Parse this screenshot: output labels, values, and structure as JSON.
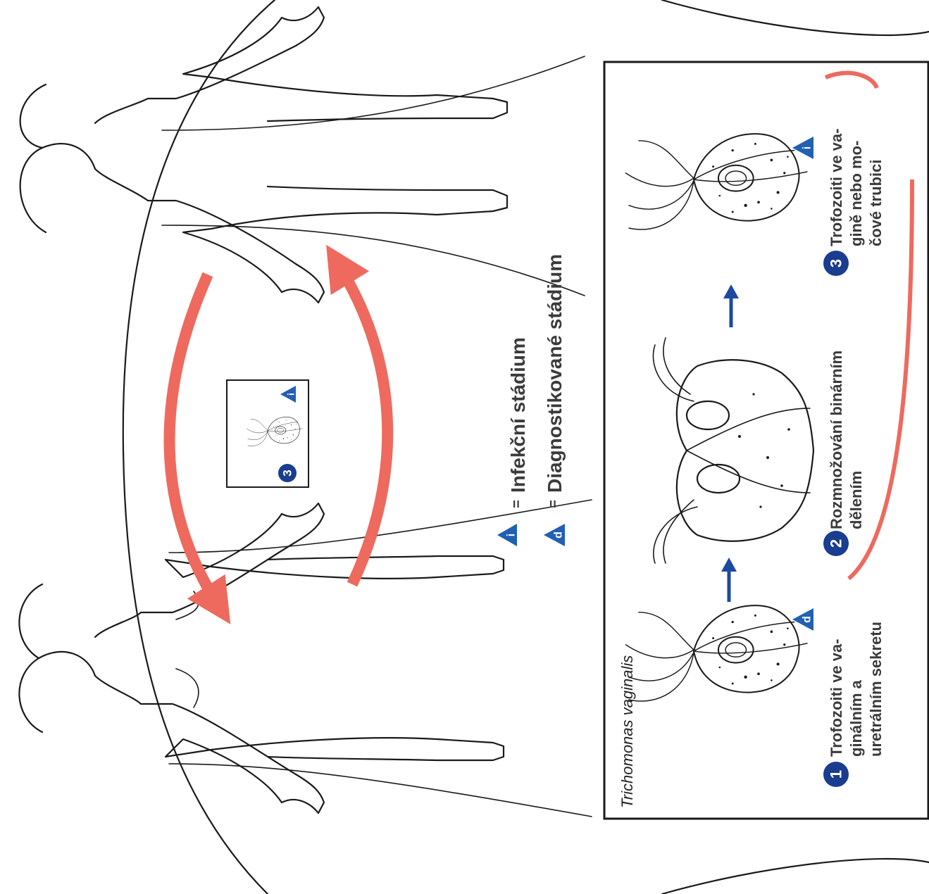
{
  "colors": {
    "cycle_arrow": "#ee6a5e",
    "step_arrow": "#1c4aa0",
    "badge": "#1a3d8f",
    "triangle": "#2160b2",
    "text": "#3b3b3b"
  },
  "legend": {
    "infectious_letter": "i",
    "infectious_label": "Infekční stádium",
    "diagnostic_letter": "d",
    "diagnostic_label": "Diagnostikované stádium",
    "equals": "="
  },
  "species": "Trichomonas vaginalis",
  "transmission_box": {
    "step_number": "3",
    "stage_letter": "i"
  },
  "steps": [
    {
      "number": "1",
      "stage_letter": "d",
      "lines": [
        "Trofozoiti ve va-",
        "ginálním a",
        "uretrálním sekretu"
      ]
    },
    {
      "number": "2",
      "lines": [
        "Rozmnožování binárním",
        "dělením"
      ]
    },
    {
      "number": "3",
      "stage_letter": "i",
      "lines": [
        "Trofozoiti ve va-",
        "gině nebo mo-",
        "čové trubici"
      ]
    }
  ],
  "icons": [
    "female-figure-icon",
    "male-figure-icon",
    "trophozoite-icon",
    "binary-fission-icon",
    "arrow-icon"
  ]
}
